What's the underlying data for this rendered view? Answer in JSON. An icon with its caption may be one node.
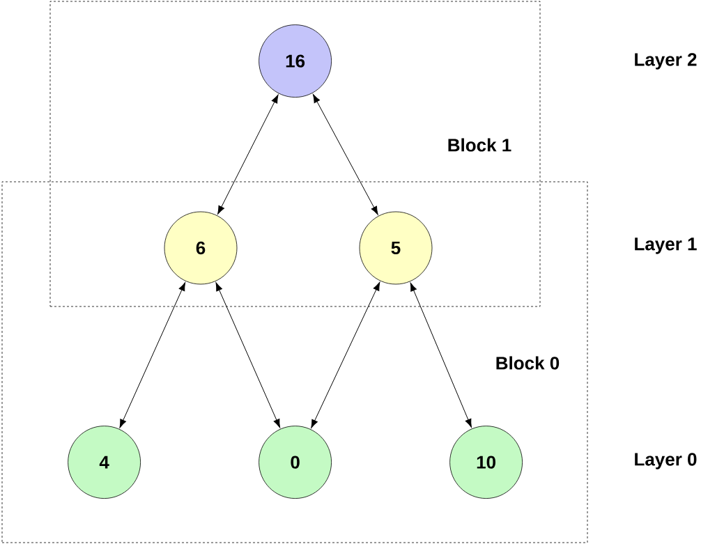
{
  "diagram": {
    "nodes": [
      {
        "text": [
          "Block 1"
        ]
      },
      {
        "text": [
          "16"
        ],
        "in": 0
      },
      {
        "text": [
          "Block 0"
        ]
      },
      {
        "text": [
          "6"
        ]
      },
      {
        "text": [
          "5"
        ]
      },
      {
        "text": [
          "4"
        ],
        "in": 2
      },
      {
        "text": [
          "0"
        ],
        "in": 2
      },
      {
        "text": [
          "10"
        ],
        "in": 2
      }
    ],
    "edges": [
      {
        "from": 1,
        "to": 3,
        "arrow": "both"
      },
      {
        "from": 1,
        "to": 4,
        "arrow": "both"
      },
      {
        "from": 3,
        "to": 5,
        "arrow": "both"
      },
      {
        "from": 3,
        "to": 6,
        "arrow": "both"
      },
      {
        "from": 4,
        "to": 6,
        "arrow": "both"
      },
      {
        "from": 4,
        "to": 7,
        "arrow": "both"
      }
    ],
    "labels": [
      "Layer 2",
      "Layer 1",
      "Layer 0"
    ]
  }
}
